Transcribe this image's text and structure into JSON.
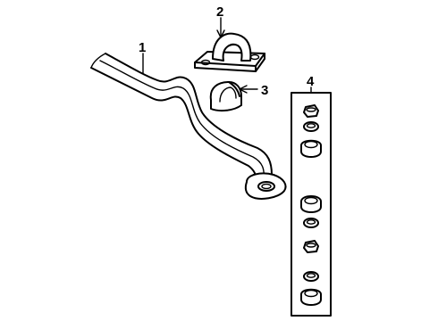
{
  "diagram": {
    "callouts": [
      {
        "id": "1",
        "label": "1"
      },
      {
        "id": "2",
        "label": "2"
      },
      {
        "id": "3",
        "label": "3"
      },
      {
        "id": "4",
        "label": "4"
      }
    ],
    "kit_items": [
      "nut",
      "washer",
      "bushing",
      "bushing",
      "washer",
      "nut",
      "washer",
      "bushing"
    ]
  }
}
